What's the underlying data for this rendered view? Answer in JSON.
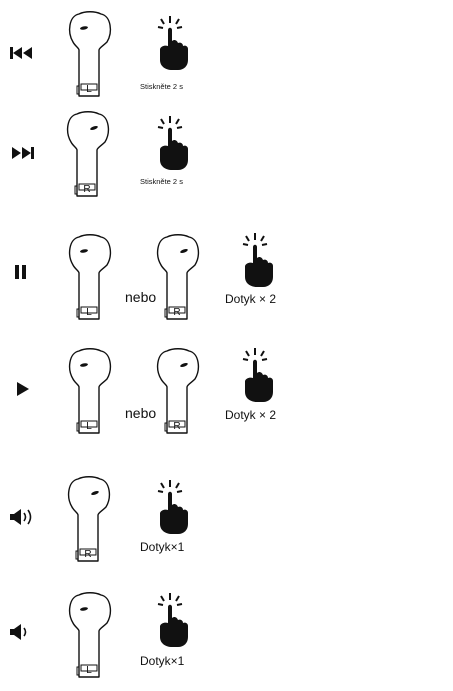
{
  "rows": [
    {
      "control": "previous-track",
      "earbuds": [
        "L"
      ],
      "caption": "Stiskněte 2 s"
    },
    {
      "control": "next-track",
      "earbuds": [
        "R"
      ],
      "caption": "Stiskněte 2 s"
    },
    {
      "control": "pause",
      "earbuds": [
        "L",
        "R"
      ],
      "connector": "nebo",
      "caption": "Dotyk × 2"
    },
    {
      "control": "play",
      "earbuds": [
        "L",
        "R"
      ],
      "connector": "nebo",
      "caption": "Dotyk × 2"
    },
    {
      "control": "volume-up",
      "earbuds": [
        "R"
      ],
      "caption": "Dotyk×1"
    },
    {
      "control": "volume-down",
      "earbuds": [
        "L"
      ],
      "caption": "Dotyk×1"
    }
  ]
}
